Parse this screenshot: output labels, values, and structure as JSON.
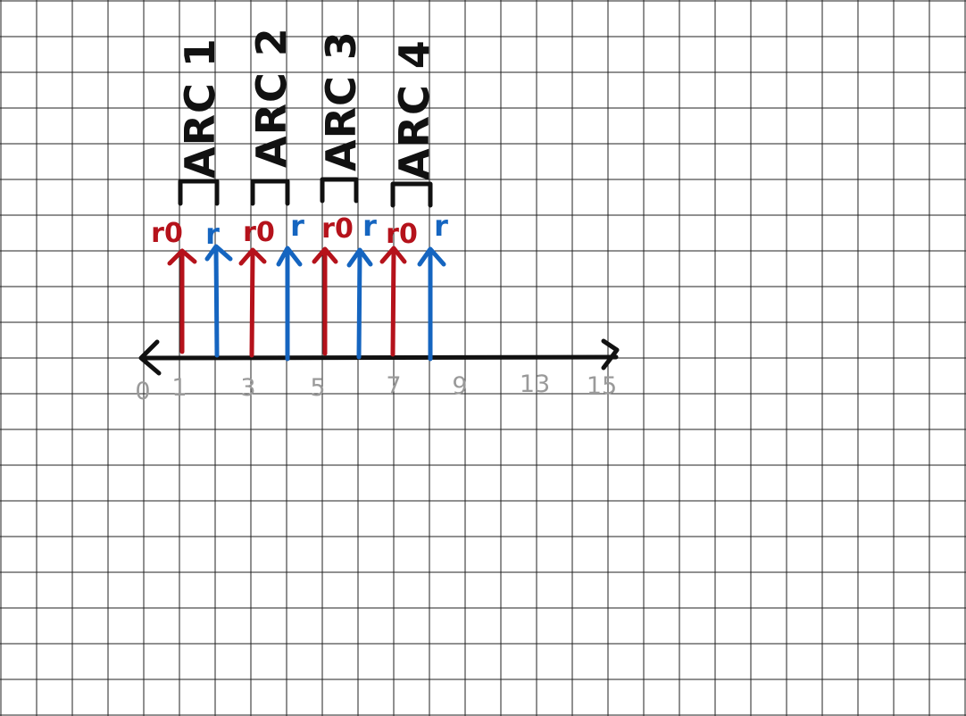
{
  "colors": {
    "grid": "#222222",
    "axis": "#111111",
    "red": "#b5121b",
    "blue": "#1565c0",
    "tick_text": "#9a9a9a"
  },
  "axis": {
    "tick_labels": [
      "0",
      "1",
      "3",
      "5",
      "7",
      "9",
      "13",
      "15"
    ]
  },
  "arcs": [
    {
      "name": "ARC 1",
      "start_label": "r0",
      "end_label": "r"
    },
    {
      "name": "ARC 2",
      "start_label": "r0",
      "end_label": "r"
    },
    {
      "name": "ARC 3",
      "start_label": "r0",
      "end_label": "r"
    },
    {
      "name": "ARC 4",
      "start_label": "r0",
      "end_label": "r"
    }
  ]
}
